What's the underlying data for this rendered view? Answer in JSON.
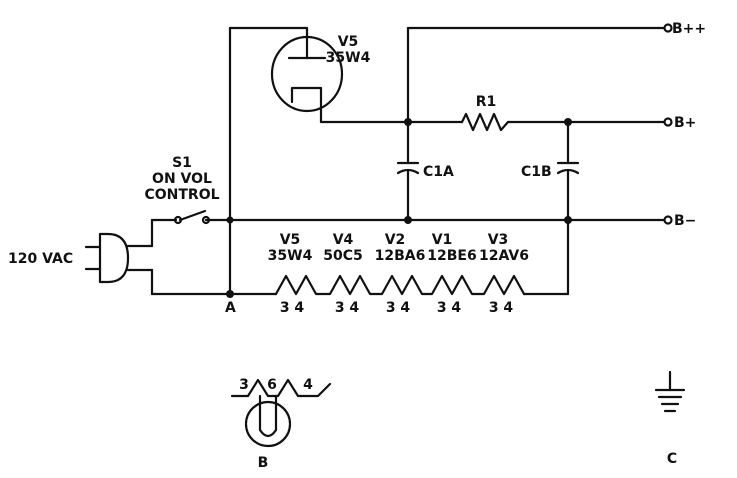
{
  "labels": {
    "v5_top_name": "V5",
    "v5_top_type": "35W4",
    "b_plus_plus": "B++",
    "b_plus": "B+",
    "b_minus": "B−",
    "r1": "R1",
    "c1a": "C1A",
    "c1b": "C1B",
    "s1": "S1",
    "s1_line2": "ON VOL",
    "s1_line3": "CONTROL",
    "ac_input": "120 VAC",
    "node_a": "A",
    "panel_b": "B",
    "panel_c": "C"
  },
  "heaters": [
    {
      "name": "V5",
      "type": "35W4",
      "pins": "3 4"
    },
    {
      "name": "V4",
      "type": "50C5",
      "pins": "3 4"
    },
    {
      "name": "V2",
      "type": "12BA6",
      "pins": "3 4"
    },
    {
      "name": "V1",
      "type": "12BE6",
      "pins": "3 4"
    },
    {
      "name": "V3",
      "type": "12AV6",
      "pins": "3 4"
    }
  ],
  "detail_b": {
    "pin_left": "3",
    "pin_mid": "6",
    "pin_right": "4"
  }
}
